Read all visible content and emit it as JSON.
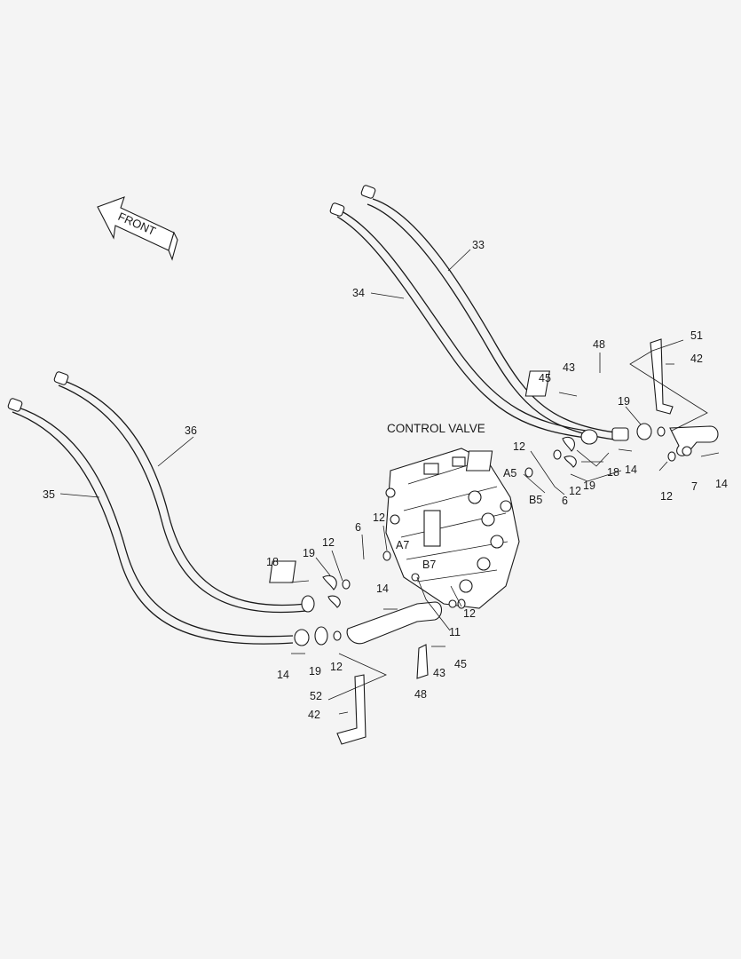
{
  "title": "CONTROL VALVE",
  "front_label": "FRONT",
  "part_labels": {
    "p33": "33",
    "p34": "34",
    "p35": "35",
    "p36": "36",
    "p48a": "48",
    "p51": "51",
    "p42a": "42",
    "p43a": "43",
    "p45a": "45",
    "p19a": "19",
    "p14a": "14",
    "p18a": "18",
    "p12a": "12",
    "p19b": "19",
    "p12b": "12",
    "p6a": "6",
    "p12c": "12",
    "p7": "7",
    "p14b": "14",
    "pA5": "A5",
    "pB5": "B5",
    "p12d": "12",
    "p6b": "6",
    "p12e": "12",
    "p19c": "19",
    "p18b": "18",
    "pA7": "A7",
    "pB7": "B7",
    "p12f": "12",
    "p14c": "14",
    "p11": "11",
    "p14d": "14",
    "p19d": "19",
    "p12g": "12",
    "p43b": "43",
    "p45b": "45",
    "p48b": "48",
    "p52": "52",
    "p42b": "42"
  }
}
